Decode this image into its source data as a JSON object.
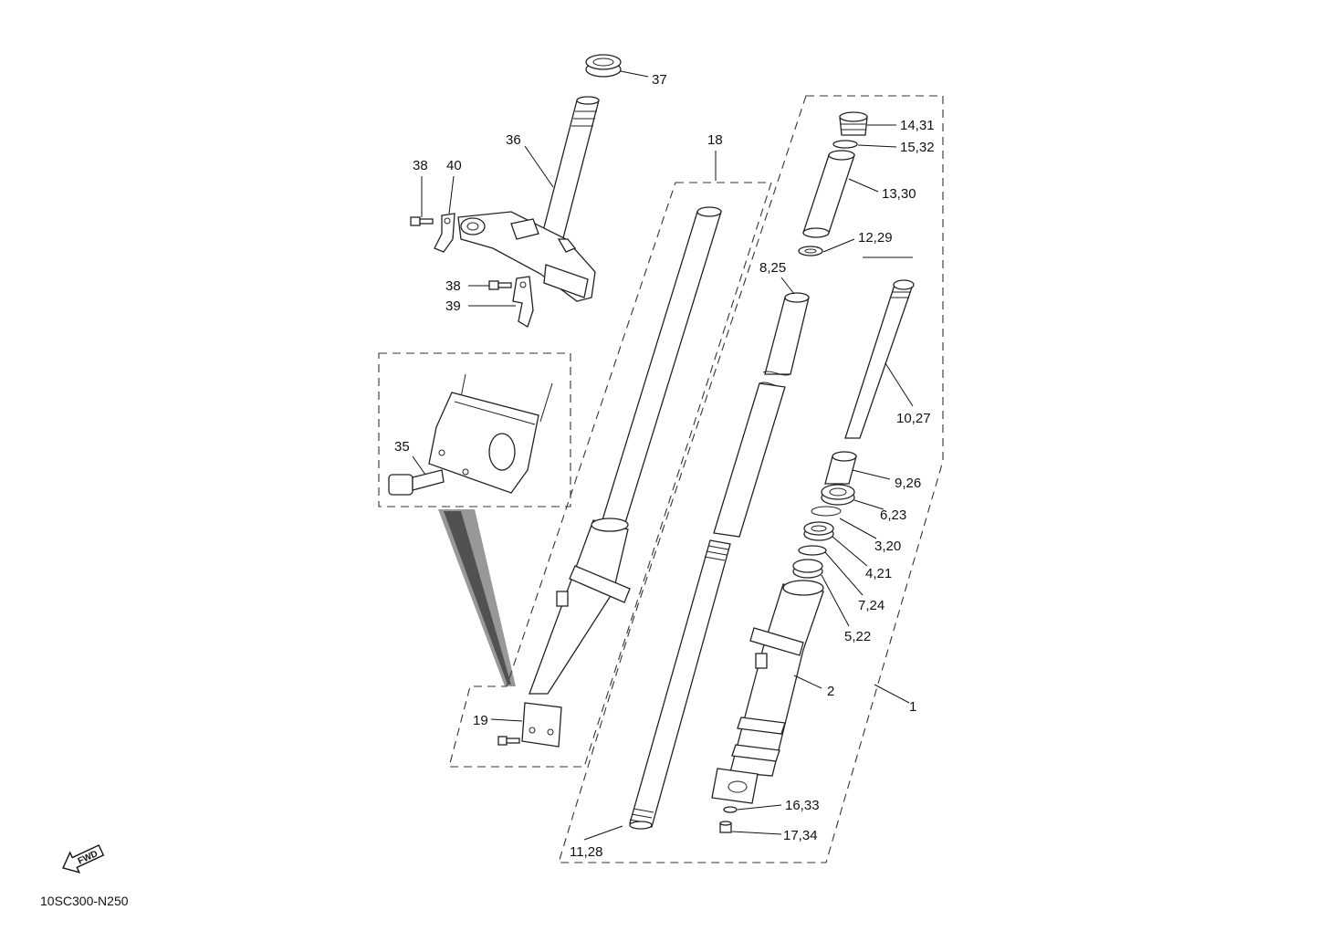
{
  "diagram_code": "10SC300-N250",
  "fwd_label": "FWD",
  "callouts": {
    "c37": "37",
    "c36": "36",
    "c38a": "38",
    "c40": "40",
    "c38b": "38",
    "c39": "39",
    "c35": "35",
    "c19": "19",
    "c18": "18",
    "c11_28": "11,28",
    "c8_25": "8,25",
    "c14_31": "14,31",
    "c15_32": "15,32",
    "c13_30": "13,30",
    "c12_29": "12,29",
    "c10_27": "10,27",
    "c9_26": "9,26",
    "c6_23": "6,23",
    "c3_20": "3,20",
    "c4_21": "4,21",
    "c7_24": "7,24",
    "c5_22": "5,22",
    "c2": "2",
    "c1": "1",
    "c16_33": "16,33",
    "c17_34": "17,34"
  }
}
